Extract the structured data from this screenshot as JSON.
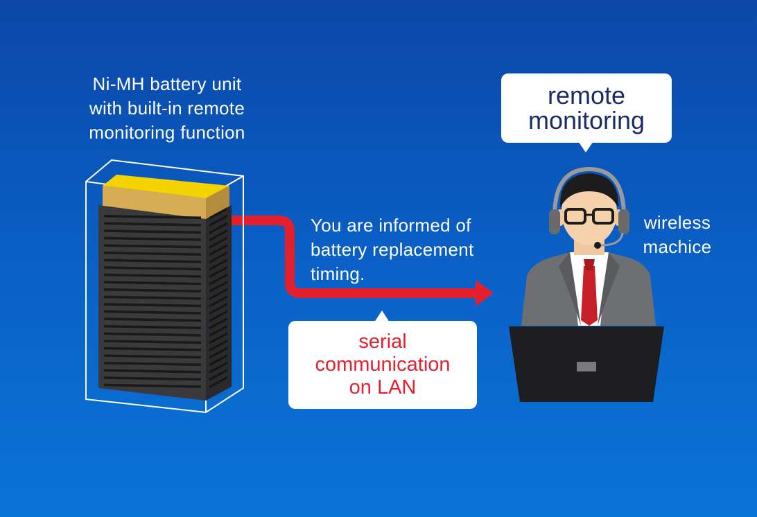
{
  "colors": {
    "background_top": "#0b47a8",
    "background_bottom": "#0a74d6",
    "arrow": "#e4202e",
    "remote_text": "#1b2b66",
    "serial_text": "#e2222e",
    "battery_top": "#f5d300",
    "battery_body": "#3a3a3c"
  },
  "battery": {
    "label": "Ni-MH battery unit\nwith built-in remote\nmonitoring function",
    "icon": "battery-rack-icon"
  },
  "arrow": {
    "info_text": "You are informed of\nbattery replacement\ntiming.",
    "icon": "arrow-right-icon"
  },
  "callouts": {
    "remote": "remote\nmonitoring",
    "serial": "serial\ncommunication\non LAN"
  },
  "operator": {
    "device_label": "wireless\nmachice",
    "icon": "operator-headset-icon",
    "laptop_icon": "laptop-icon"
  }
}
